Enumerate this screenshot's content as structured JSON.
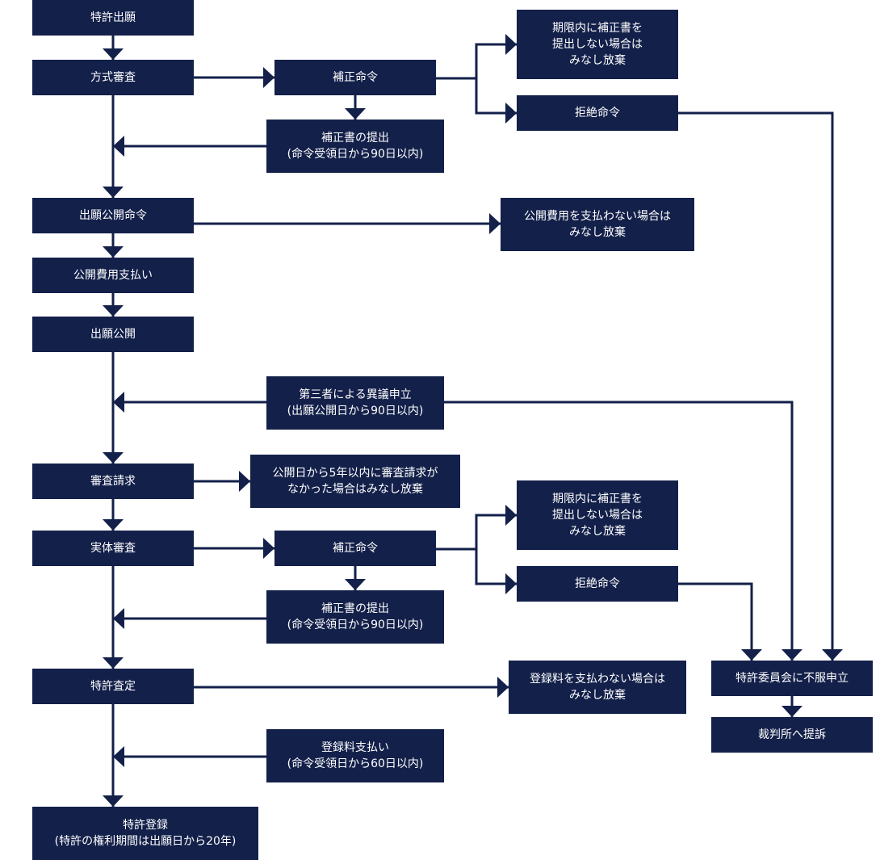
{
  "colors": {
    "box": "#13204a",
    "line": "#13204a",
    "text": "#ffffff",
    "background": "#ffffff"
  },
  "nodes": {
    "filing": {
      "lines": [
        "特許出願"
      ]
    },
    "formal_exam": {
      "lines": [
        "方式審査"
      ]
    },
    "amend_order_1": {
      "lines": [
        "補正命令"
      ]
    },
    "deemed_withdrawal_1": {
      "lines": [
        "期限内に補正書を",
        "提出しない場合は",
        "みなし放棄"
      ]
    },
    "rejection_order_1": {
      "lines": [
        "拒絶命令"
      ]
    },
    "amendment_submission_1": {
      "lines": [
        "補正書の提出",
        "(命令受領日から90日以内)"
      ]
    },
    "publication_order": {
      "lines": [
        "出願公開命令"
      ]
    },
    "publication_fee_unpaid": {
      "lines": [
        "公開費用を支払わない場合は",
        "みなし放棄"
      ]
    },
    "publication_fee_payment": {
      "lines": [
        "公開費用支払い"
      ]
    },
    "publication": {
      "lines": [
        "出願公開"
      ]
    },
    "third_party_opposition": {
      "lines": [
        "第三者による異議申立",
        "(出願公開日から90日以内)"
      ]
    },
    "exam_request": {
      "lines": [
        "審査請求"
      ]
    },
    "exam_request_deadline": {
      "lines": [
        "公開日から5年以内に審査請求が",
        "なかった場合はみなし放棄"
      ]
    },
    "substantive_exam": {
      "lines": [
        "実体審査"
      ]
    },
    "amend_order_2": {
      "lines": [
        "補正命令"
      ]
    },
    "deemed_withdrawal_2": {
      "lines": [
        "期限内に補正書を",
        "提出しない場合は",
        "みなし放棄"
      ]
    },
    "rejection_order_2": {
      "lines": [
        "拒絶命令"
      ]
    },
    "amendment_submission_2": {
      "lines": [
        "補正書の提出",
        "(命令受領日から90日以内)"
      ]
    },
    "patent_decision": {
      "lines": [
        "特許査定"
      ]
    },
    "registration_fee_unpaid": {
      "lines": [
        "登録料を支払わない場合は",
        "みなし放棄"
      ]
    },
    "appeal_committee": {
      "lines": [
        "特許委員会に不服申立"
      ]
    },
    "court_appeal": {
      "lines": [
        "裁判所へ提訴"
      ]
    },
    "registration_fee_payment": {
      "lines": [
        "登録料支払い",
        "(命令受領日から60日以内)"
      ]
    },
    "patent_registration": {
      "lines": [
        "特許登録",
        "(特許の権利期間は出願日から20年)"
      ]
    }
  }
}
